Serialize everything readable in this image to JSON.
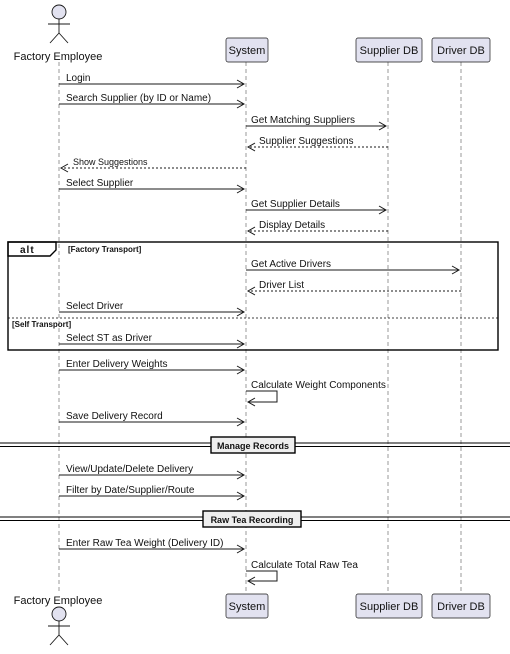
{
  "participants": [
    {
      "id": "employee",
      "label": "Factory Employee",
      "kind": "actor"
    },
    {
      "id": "system",
      "label": "System",
      "kind": "participant"
    },
    {
      "id": "supplierdb",
      "label": "Supplier DB",
      "kind": "participant"
    },
    {
      "id": "driverdb",
      "label": "Driver DB",
      "kind": "participant"
    }
  ],
  "messages": [
    {
      "from": "employee",
      "to": "system",
      "label": "Login",
      "style": "solid"
    },
    {
      "from": "employee",
      "to": "system",
      "label": "Search Supplier (by ID or Name)",
      "style": "solid"
    },
    {
      "from": "system",
      "to": "supplierdb",
      "label": "Get Matching Suppliers",
      "style": "solid"
    },
    {
      "from": "supplierdb",
      "to": "system",
      "label": "Supplier Suggestions",
      "style": "dashed"
    },
    {
      "from": "system",
      "to": "employee",
      "label": "Show Suggestions",
      "style": "dashed"
    },
    {
      "from": "employee",
      "to": "system",
      "label": "Select Supplier",
      "style": "solid"
    },
    {
      "from": "system",
      "to": "supplierdb",
      "label": "Get Supplier Details",
      "style": "solid"
    },
    {
      "from": "supplierdb",
      "to": "system",
      "label": "Display Details",
      "style": "dashed"
    },
    {
      "from": "system",
      "to": "driverdb",
      "label": "Get Active Drivers",
      "style": "solid"
    },
    {
      "from": "driverdb",
      "to": "system",
      "label": "Driver List",
      "style": "dashed"
    },
    {
      "from": "employee",
      "to": "system",
      "label": "Select Driver",
      "style": "solid"
    },
    {
      "from": "employee",
      "to": "system",
      "label": "Select ST as Driver",
      "style": "solid"
    },
    {
      "from": "employee",
      "to": "system",
      "label": "Enter Delivery Weights",
      "style": "solid"
    },
    {
      "from": "system",
      "to": "system",
      "label": "Calculate Weight Components",
      "style": "solid"
    },
    {
      "from": "employee",
      "to": "system",
      "label": "Save Delivery Record",
      "style": "solid"
    },
    {
      "from": "employee",
      "to": "system",
      "label": "View/Update/Delete Delivery",
      "style": "solid"
    },
    {
      "from": "employee",
      "to": "system",
      "label": "Filter by Date/Supplier/Route",
      "style": "solid"
    },
    {
      "from": "employee",
      "to": "system",
      "label": "Enter Raw Tea Weight (Delivery ID)",
      "style": "solid"
    },
    {
      "from": "system",
      "to": "system",
      "label": "Calculate Total Raw Tea",
      "style": "solid"
    }
  ],
  "fragment": {
    "operator": "alt",
    "guards": [
      "[Factory Transport]",
      "[Self Transport]"
    ]
  },
  "dividers": [
    "Manage Records",
    "Raw Tea Recording"
  ],
  "colors": {
    "participant_fill": "#E2E2F0",
    "line": "#181818",
    "divider_fill": "#EEEEEE"
  }
}
